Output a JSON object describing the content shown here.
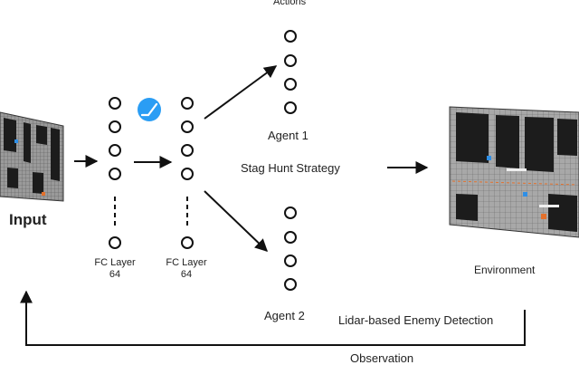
{
  "labels": {
    "actions": "Actions",
    "input": "Input",
    "fc_layer_1": [
      "FC Layer",
      "64"
    ],
    "fc_layer_2": [
      "FC Layer",
      "64"
    ],
    "agent_1": "Agent 1",
    "agent_2": "Agent 2",
    "strategy": "Stag Hunt Strategy",
    "environment": "Environment",
    "detection": "Lidar-based Enemy Detection",
    "observation": "Observation"
  },
  "icons": {
    "input_map": "grid-map-thumbnail-icon",
    "environment_map": "grid-map-environment-icon",
    "activation": "relu-activation-icon"
  },
  "colors": {
    "line": "#111111",
    "activation_badge": "#2a9df4",
    "map_dark": "#1c1c1c",
    "map_grid": "#8a8a8a",
    "map_accent_blue": "#2f8fe6",
    "map_accent_orange": "#e2702c"
  }
}
